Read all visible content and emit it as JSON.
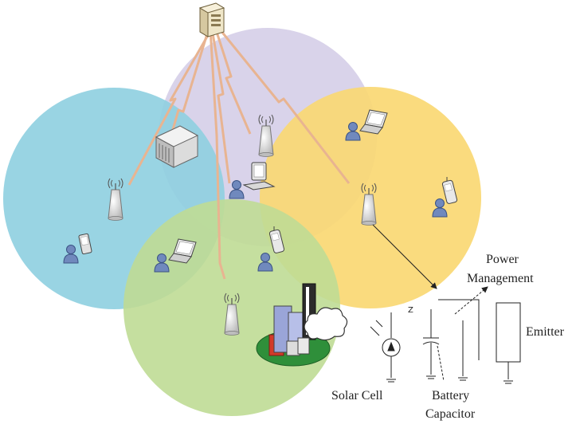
{
  "labels": {
    "power": "Power",
    "management": "Management",
    "emitter": "Emitter",
    "solar_cell": "Solar Cell",
    "battery": "Battery",
    "capacitor": "Capacitor"
  },
  "colors": {
    "cell_blue": "#8ecfe0",
    "cell_purple": "#d9d3ea",
    "cell_yellow": "#fad873",
    "cell_green": "#bfdc95",
    "link_orange": "#e8b491",
    "user_blue": "#6f87b9"
  },
  "icons": [
    "server-icon",
    "base-station-icon",
    "antenna-tower-icon",
    "user-icon",
    "laptop-icon",
    "desktop-pc-icon",
    "mobile-phone-icon",
    "pda-icon",
    "city-buildings-icon",
    "cloud-icon",
    "solar-cell-symbol",
    "capacitor-symbol",
    "diode-symbol",
    "ground-symbol"
  ]
}
